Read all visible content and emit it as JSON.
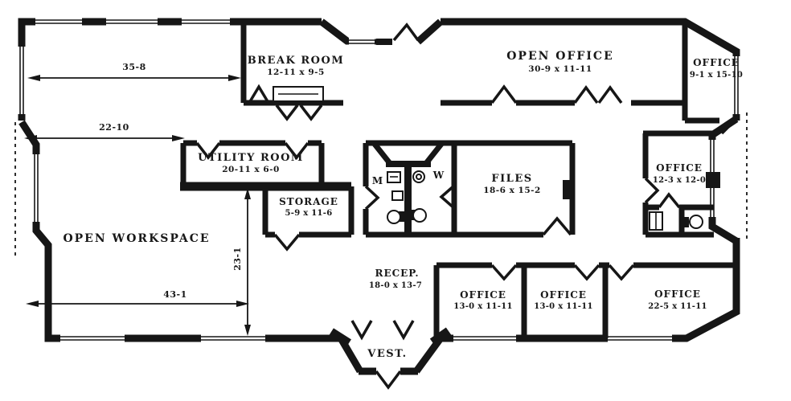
{
  "page": {
    "background": "#ffffff",
    "ink": "#161616"
  },
  "rooms": {
    "break_room": {
      "name": "BREAK ROOM",
      "dims": "12-11 x 9-5"
    },
    "open_office": {
      "name": "OPEN OFFICE",
      "dims": "30-9 x 11-11"
    },
    "office_top_right": {
      "name": "OFFICE",
      "dims": "9-1 x 15-10"
    },
    "utility_room": {
      "name": "UTILITY ROOM",
      "dims": "20-11 x 6-0"
    },
    "storage": {
      "name": "STORAGE",
      "dims": "5-9 x 11-6"
    },
    "mens_restroom": {
      "label": "M"
    },
    "womens_restroom": {
      "label": "W"
    },
    "files": {
      "name": "FILES",
      "dims": "18-6 x 15-2"
    },
    "office_right": {
      "name": "OFFICE",
      "dims": "12-3 x 12-0"
    },
    "open_workspace": {
      "name": "OPEN WORKSPACE"
    },
    "reception": {
      "name": "RECEP.",
      "dims": "18-0 x 13-7"
    },
    "office_bottom_left": {
      "name": "OFFICE",
      "dims": "13-0 x 11-11"
    },
    "office_bottom_middle": {
      "name": "OFFICE",
      "dims": "13-0 x 11-11"
    },
    "office_bottom_right": {
      "name": "OFFICE",
      "dims": "22-5 x 11-11"
    },
    "vestibule": {
      "name": "VEST."
    }
  },
  "dimension_labels": {
    "upper_width": "35-8",
    "workspace_width": "22-10",
    "workspace_bottom_width": "43-1",
    "workspace_height": "23-1"
  }
}
